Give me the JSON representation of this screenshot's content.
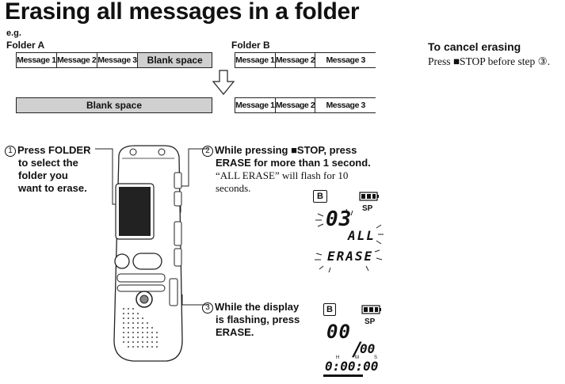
{
  "title": "Erasing all messages in a folder",
  "eg_label": "e.g.",
  "folder_a": {
    "label": "Folder A",
    "cells": [
      "Message 1",
      "Message 2",
      "Message 3",
      "Blank space"
    ],
    "after": "Blank space"
  },
  "folder_b": {
    "label": "Folder B",
    "before": [
      "Message 1",
      "Message 2",
      "Message 3"
    ],
    "after": [
      "Message 1",
      "Message 2",
      "Message 3"
    ]
  },
  "cancel": {
    "heading": "To cancel erasing",
    "body": "Press ■STOP before step ③."
  },
  "steps": [
    {
      "num": "1",
      "lines": [
        "Press FOLDER",
        "to select the",
        "folder you",
        "want to erase."
      ]
    },
    {
      "num": "2",
      "bold_lines": [
        "While pressing ■STOP,  press",
        "ERASE for more than 1 second."
      ],
      "note_lines": [
        "“ALL ERASE” will flash for 10",
        "seconds."
      ]
    },
    {
      "num": "3",
      "lines": [
        "While the display",
        "is flashing, press",
        "ERASE."
      ]
    }
  ],
  "display_flash": {
    "folder_icon": "B",
    "mode": "SP",
    "number": "03",
    "text1": "ALL",
    "text2": "ERASE"
  },
  "display_after": {
    "folder_icon": "B",
    "mode": "SP",
    "number": "00",
    "total": "00",
    "time": "0:00:00",
    "time_units": [
      "H",
      "M",
      "S"
    ]
  }
}
